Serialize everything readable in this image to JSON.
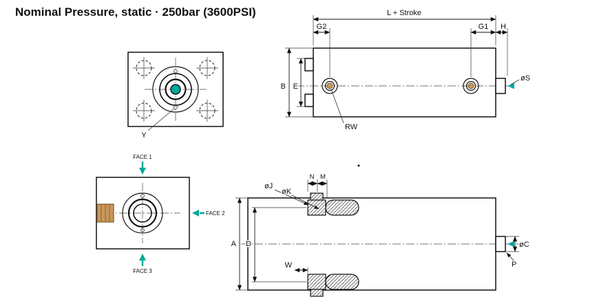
{
  "title": "Nominal Pressure, static · 250bar (3600PSI)",
  "colors": {
    "accent": "#00A99D",
    "port": "#C9975A",
    "line": "#111111"
  },
  "labels": {
    "front_top": {
      "y": "Y"
    },
    "side_top": {
      "l_stroke": "L + Stroke",
      "g2": "G2",
      "g1": "G1",
      "h": "H",
      "b": "B",
      "e": "E",
      "rw": "RW",
      "s": "øS"
    },
    "front_bottom": {
      "face1": "FACE 1",
      "face2": "FACE 2",
      "face3": "FACE 3"
    },
    "side_bottom": {
      "n": "N",
      "m": "M",
      "j": "øJ",
      "k": "øK",
      "a": "A",
      "d": "D",
      "w": "W",
      "c": "øC",
      "p": "P"
    }
  }
}
